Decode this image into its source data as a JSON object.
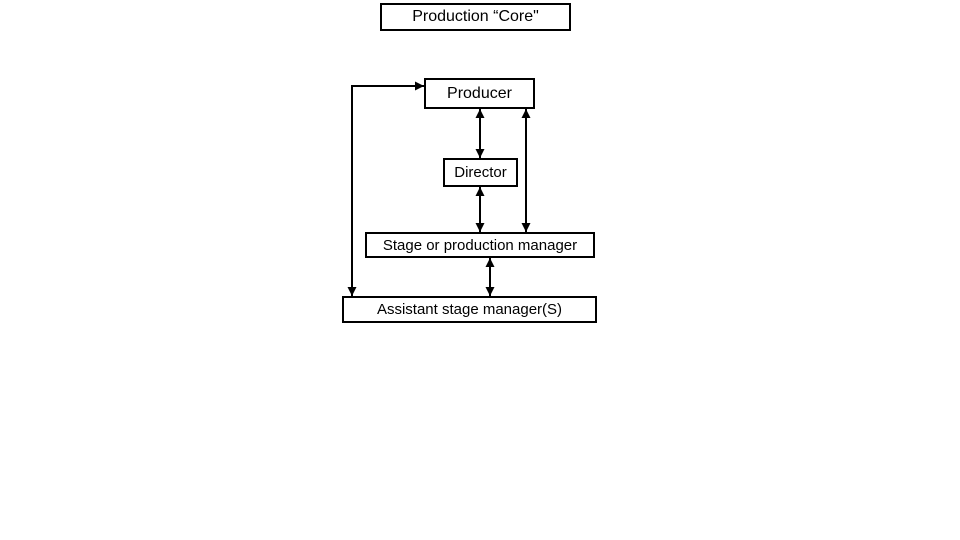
{
  "colors": {
    "background": "#ffffff",
    "stroke": "#000000",
    "text": "#000000",
    "box_fill": "#ffffff"
  },
  "nodes": {
    "title": {
      "label": "Production “Core\""
    },
    "producer": {
      "label": "Producer"
    },
    "director": {
      "label": "Director"
    },
    "stage_manager": {
      "label": "Stage or production manager"
    },
    "assistant_stage_manager": {
      "label": "Assistant stage manager(S)"
    }
  },
  "edges": [
    {
      "from": "producer",
      "to": "director",
      "style": "double-arrow"
    },
    {
      "from": "producer",
      "to": "stage_manager",
      "style": "double-arrow-bypass"
    },
    {
      "from": "director",
      "to": "stage_manager",
      "style": "double-arrow"
    },
    {
      "from": "stage_manager",
      "to": "assistant_stage_manager",
      "style": "double-arrow"
    },
    {
      "from": "producer",
      "to": "assistant_stage_manager",
      "style": "elbow-double-arrow"
    }
  ]
}
